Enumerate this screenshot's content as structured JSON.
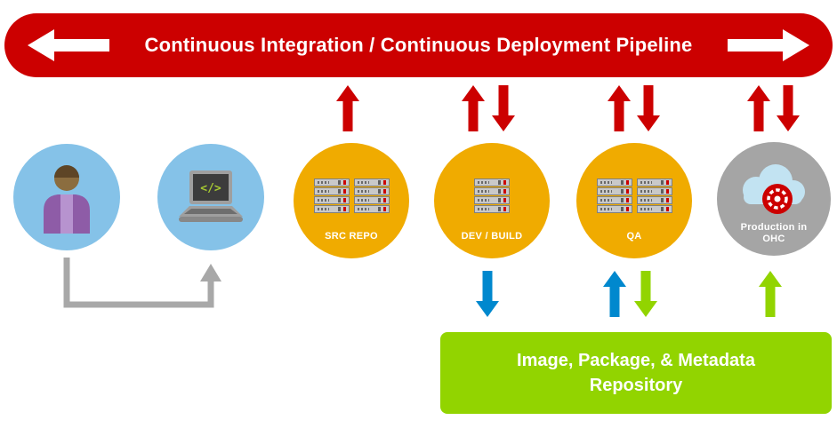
{
  "banner": {
    "title": "Continuous Integration / Continuous Deployment Pipeline"
  },
  "nodes": {
    "developer": {
      "label": ""
    },
    "workstation": {
      "code_glyph": "</>"
    },
    "src_repo": {
      "label": "SRC REPO"
    },
    "dev_build": {
      "label": "DEV / BUILD"
    },
    "qa": {
      "label": "QA"
    },
    "production": {
      "label": "Production in OHC"
    }
  },
  "repository_box": {
    "line1": "Image, Package, & Metadata",
    "line2": "Repository"
  },
  "colors": {
    "pipeline_red": "#cc0000",
    "node_gold": "#f0ab00",
    "node_blue": "#85c2e8",
    "node_gray": "#a5a5a5",
    "repo_green": "#92d400",
    "arrow_blue": "#0088ce",
    "arrow_green": "#92d400",
    "connector_gray": "#a8a8a8"
  }
}
